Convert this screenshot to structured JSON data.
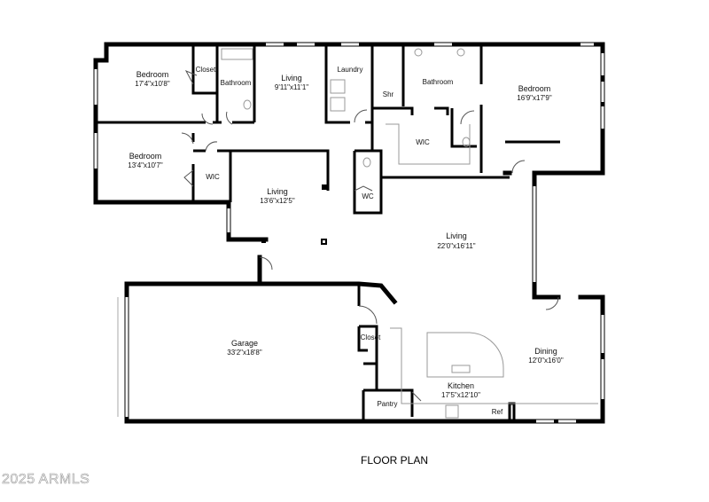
{
  "title": "FLOOR PLAN",
  "watermark": "2025 ARMLS",
  "rooms": [
    {
      "name": "Bedroom",
      "dims": "17'4\"x10'8\""
    },
    {
      "name": "Closet"
    },
    {
      "name": "Bathroom"
    },
    {
      "name": "Living",
      "dims": "9'11\"x11'1\""
    },
    {
      "name": "Laundry"
    },
    {
      "name": "Shr"
    },
    {
      "name": "Bathroom"
    },
    {
      "name": "Bedroom",
      "dims": "16'9\"x17'9\""
    },
    {
      "name": "Bedroom",
      "dims": "13'4\"x10'7\""
    },
    {
      "name": "WIC"
    },
    {
      "name": "Living",
      "dims": "13'6\"x12'5\""
    },
    {
      "name": "WIC"
    },
    {
      "name": "WC"
    },
    {
      "name": "Living",
      "dims": "22'0\"x16'11\""
    },
    {
      "name": "Garage",
      "dims": "33'2\"x18'8\""
    },
    {
      "name": "Closet"
    },
    {
      "name": "Dining",
      "dims": "12'0\"x16'0\""
    },
    {
      "name": "Kitchen",
      "dims": "17'5\"x12'10\""
    },
    {
      "name": "Pantry"
    },
    {
      "name": "Ref"
    }
  ]
}
